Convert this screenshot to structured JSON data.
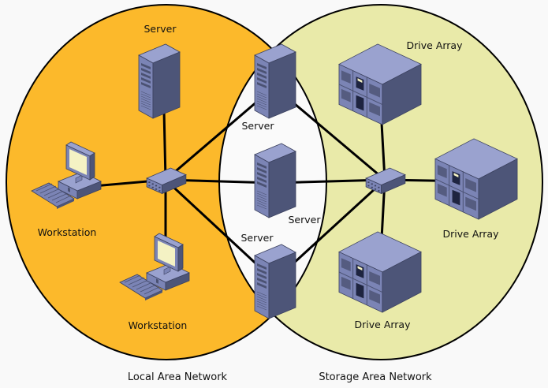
{
  "diagram": {
    "colors": {
      "background": "#f9f9f9",
      "lan_fill": "#fcb92b",
      "san_fill": "#e9eaa9",
      "overlap_fill": "#fafafa",
      "outline": "#000000",
      "device_front": "#7b84b5",
      "device_side": "#4d5578",
      "device_top": "#9aa2cf",
      "screen": "#f4f2c4"
    },
    "zones": [
      {
        "id": "lan",
        "label": "Local Area Network"
      },
      {
        "id": "san",
        "label": "Storage Area Network"
      }
    ],
    "nodes": [
      {
        "id": "lan-server",
        "type": "server",
        "label": "Server",
        "zone": "lan"
      },
      {
        "id": "ws1",
        "type": "workstation",
        "label": "Workstation",
        "zone": "lan"
      },
      {
        "id": "ws2",
        "type": "workstation",
        "label": "Workstation",
        "zone": "lan"
      },
      {
        "id": "lan-switch",
        "type": "switch",
        "label": "",
        "zone": "lan"
      },
      {
        "id": "srv-top",
        "type": "server",
        "label": "Server",
        "zone": "both"
      },
      {
        "id": "srv-mid",
        "type": "server",
        "label": "Server",
        "zone": "both"
      },
      {
        "id": "srv-bot",
        "type": "server",
        "label": "Server",
        "zone": "both"
      },
      {
        "id": "san-switch",
        "type": "switch",
        "label": "",
        "zone": "san"
      },
      {
        "id": "da-top",
        "type": "drive-array",
        "label": "Drive Array",
        "zone": "san"
      },
      {
        "id": "da-right",
        "type": "drive-array",
        "label": "Drive Array",
        "zone": "san"
      },
      {
        "id": "da-bot",
        "type": "drive-array",
        "label": "Drive Array",
        "zone": "san"
      }
    ],
    "edges": [
      [
        "lan-switch",
        "lan-server"
      ],
      [
        "lan-switch",
        "ws1"
      ],
      [
        "lan-switch",
        "ws2"
      ],
      [
        "lan-switch",
        "srv-top"
      ],
      [
        "lan-switch",
        "srv-mid"
      ],
      [
        "lan-switch",
        "srv-bot"
      ],
      [
        "san-switch",
        "srv-top"
      ],
      [
        "san-switch",
        "srv-mid"
      ],
      [
        "san-switch",
        "srv-bot"
      ],
      [
        "san-switch",
        "da-top"
      ],
      [
        "san-switch",
        "da-right"
      ],
      [
        "san-switch",
        "da-bot"
      ]
    ]
  }
}
